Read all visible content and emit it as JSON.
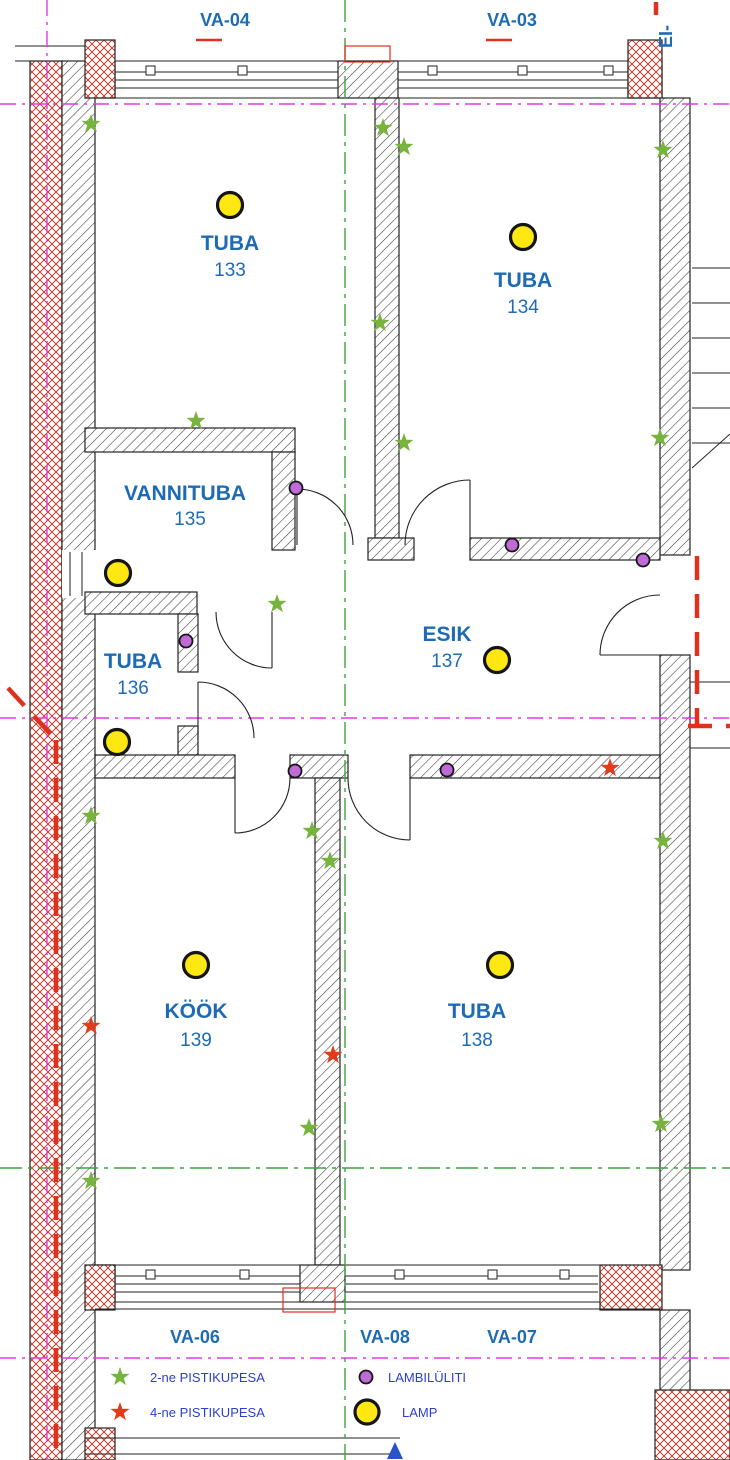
{
  "colors": {
    "label": "#1d6bb5",
    "legend_text": "#2b3fd0",
    "lamp": "#ffe812",
    "switch": "#c06ad8",
    "socket2": "#76b43e",
    "socket4": "#e03c1c",
    "axis_magenta": "#e23ae2",
    "axis_green": "#3da23d",
    "fire_red": "#e0301e",
    "wall_hatch": "#3a3a3a",
    "red_cross": "#cc2a18",
    "north_triangle": "#2a52c8"
  },
  "axes": {
    "top": [
      {
        "label": "VA-04"
      },
      {
        "label": "VA-03"
      }
    ],
    "bottom": [
      {
        "label": "VA-06"
      },
      {
        "label": "VA-08"
      },
      {
        "label": "VA-07"
      }
    ],
    "right_vertical_label": "EI-"
  },
  "rooms": [
    {
      "name": "TUBA",
      "number": "133"
    },
    {
      "name": "TUBA",
      "number": "134"
    },
    {
      "name": "VANNITUBA",
      "number": "135"
    },
    {
      "name": "TUBA",
      "number": "136"
    },
    {
      "name": "ESIK",
      "number": "137"
    },
    {
      "name": "KÖÖK",
      "number": "139"
    },
    {
      "name": "TUBA",
      "number": "138"
    }
  ],
  "legend": {
    "items": [
      {
        "symbol": "socket2",
        "label": "2-ne PISTIKUPESA"
      },
      {
        "symbol": "socket4",
        "label": "4-ne PISTIKUPESA"
      },
      {
        "symbol": "switch",
        "label": "LAMBILÜLITI"
      },
      {
        "symbol": "lamp",
        "label": "LAMP"
      }
    ]
  },
  "symbols": {
    "lamps": [
      [
        230,
        205
      ],
      [
        523,
        237
      ],
      [
        118,
        573
      ],
      [
        117,
        742
      ],
      [
        497,
        660
      ],
      [
        196,
        965
      ],
      [
        500,
        965
      ]
    ],
    "switches": [
      [
        296,
        488
      ],
      [
        512,
        545
      ],
      [
        643,
        560
      ],
      [
        186,
        641
      ],
      [
        295,
        771
      ],
      [
        447,
        770
      ]
    ],
    "sockets_2": [
      [
        91,
        124
      ],
      [
        383,
        128
      ],
      [
        404,
        147
      ],
      [
        663,
        150
      ],
      [
        380,
        323
      ],
      [
        196,
        421
      ],
      [
        404,
        443
      ],
      [
        660,
        438
      ],
      [
        277,
        604
      ],
      [
        91,
        816
      ],
      [
        312,
        831
      ],
      [
        330,
        861
      ],
      [
        663,
        841
      ],
      [
        309,
        1128
      ],
      [
        661,
        1124
      ],
      [
        91,
        1181
      ]
    ],
    "sockets_4": [
      [
        610,
        768
      ],
      [
        91,
        1026
      ],
      [
        333,
        1055
      ]
    ]
  }
}
